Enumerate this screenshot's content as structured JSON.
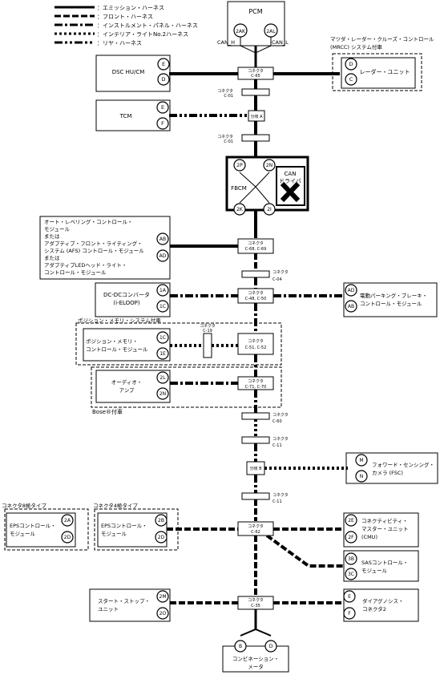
{
  "legend": [
    {
      "label": "：エミッション・ハーネス",
      "style": "solid"
    },
    {
      "label": "：フロント・ハーネス",
      "style": "dash"
    },
    {
      "label": "：インストルメント・パネル・ハーネス",
      "style": "dashdot"
    },
    {
      "label": "：インテリア・ライトNo.2ハーネス",
      "style": "dot"
    },
    {
      "label": "：リヤ・ハーネス",
      "style": "dashdotdot"
    }
  ],
  "modules": {
    "pcm": "PCM",
    "dsc": "DSC HU/CM",
    "tcm": "TCM",
    "fbcm": "FBCM",
    "can_driver": [
      "CAN",
      "ドライバ"
    ],
    "radar_group_title": [
      "マツダ・レーダー・クルーズ・コントロール",
      "(MRCC) システム付車"
    ],
    "radar_unit": "レーダー・ユニット",
    "afs": [
      "オート・レベリング・コントロール・",
      "モジュール",
      "または",
      "アダプティブ・フロント・ライティング・",
      "システム (AFS) コントロール・モジュール",
      "または",
      "アダプティブLEDヘッド・ライト・",
      "コントロール・モジュール"
    ],
    "dcdc": [
      "DC-DCコンバータ",
      "(i-ELOOP)"
    ],
    "epb": [
      "電動パーキング・ブレーキ・",
      "コントロール・モジュール"
    ],
    "memory_group_title": "ポジション・メモリ・システム付車",
    "memory": [
      "ポジション・メモリ・",
      "コントロール・モジュール"
    ],
    "audio": [
      "オーディオ・",
      "アンプ"
    ],
    "bose": "Bose®付車",
    "fsc": [
      "フォワード・センシング・",
      "カメラ (FSC)"
    ],
    "eps8_title": "コネクタ8極タイプ",
    "eps4_title": "コネクタ4極タイプ",
    "eps": [
      "EPSコントロール・",
      "モジュール"
    ],
    "cmu": [
      "コネクティビティ・",
      "マスター・ユニット",
      "(CMU)"
    ],
    "sas": [
      "SASコントロール・",
      "モジュール"
    ],
    "start_stop": [
      "スタート・ストップ・",
      "ユニット"
    ],
    "diag": [
      "ダイアグノシス・",
      "コネクタ2"
    ],
    "combi": [
      "コンビネーション・",
      "メータ"
    ]
  },
  "connectors": {
    "c65": [
      "コネクタ",
      "C-65"
    ],
    "c01": [
      "コネクタ",
      "C-01"
    ],
    "branch_a": "分岐 A",
    "c01b": [
      "コネクタ",
      "C-01"
    ],
    "c68": [
      "コネクタ",
      "C-68, C-69"
    ],
    "c04": [
      "コネクタ",
      "C-04"
    ],
    "c48": [
      "コネクタ",
      "C-48, C-50"
    ],
    "c19": [
      "コネクタ",
      "C-19"
    ],
    "c51": [
      "コネクタ",
      "C-51, C-52"
    ],
    "c71": [
      "コネクタ",
      "C-71, C-70"
    ],
    "c60": [
      "コネクタ",
      "C-60"
    ],
    "c11": [
      "コネクタ",
      "C-11"
    ],
    "branch_b": "分岐 B",
    "c11b": [
      "コネクタ",
      "C-11"
    ],
    "c62": [
      "コネクタ",
      "C-62"
    ],
    "c35": [
      "コネクタ",
      "C-35"
    ]
  },
  "pins": {
    "pcm": [
      "2AK",
      "2AL"
    ],
    "can_h": "CAN_H",
    "can_l": "CAN_L",
    "dsc": [
      "E",
      "D"
    ],
    "radar": [
      "D",
      "C"
    ],
    "tcm": [
      "E",
      "F"
    ],
    "fbcm_top": [
      "2P",
      "2N"
    ],
    "fbcm_bottom": [
      "2K",
      "2I"
    ],
    "afs": [
      "AB",
      "AD"
    ],
    "dcdc": [
      "1A",
      "1C"
    ],
    "epb": [
      "AD",
      "AB"
    ],
    "memory": [
      "1C",
      "1E"
    ],
    "audio": [
      "2L",
      "2N"
    ],
    "fsc": [
      "M",
      "N"
    ],
    "eps8": [
      "2A",
      "2D"
    ],
    "eps4": [
      "2B",
      "2D"
    ],
    "cmu": [
      "2E",
      "2F"
    ],
    "sas": [
      "3B",
      "3C"
    ],
    "start_stop": [
      "2M",
      "2O"
    ],
    "diag": [
      "E",
      "F"
    ],
    "combi": [
      "B",
      "D"
    ]
  }
}
